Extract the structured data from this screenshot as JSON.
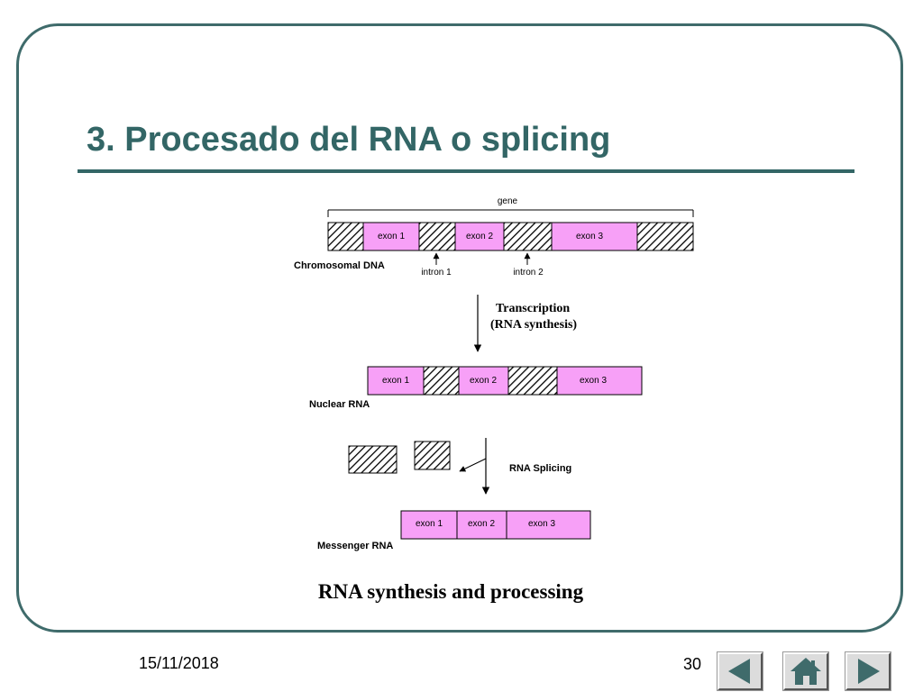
{
  "slide": {
    "title": "3. Procesado del RNA o splicing",
    "date": "15/11/2018",
    "page_number": "30"
  },
  "diagram": {
    "gene_label": "gene",
    "exon1": "exon 1",
    "exon2": "exon 2",
    "exon3": "exon 3",
    "intron1": "intron 1",
    "intron2": "intron 2",
    "chromosomal_dna": "Chromosomal DNA",
    "transcription": "Transcription",
    "rna_synthesis": "(RNA synthesis)",
    "nuclear_rna": "Nuclear RNA",
    "rna_splicing": "RNA Splicing",
    "messenger_rna": "Messenger RNA",
    "caption": "RNA synthesis and processing",
    "exon_color": "#f7a0f7"
  },
  "nav": {
    "prev_icon": "left-triangle-icon",
    "home_icon": "home-icon",
    "next_icon": "right-triangle-icon"
  }
}
